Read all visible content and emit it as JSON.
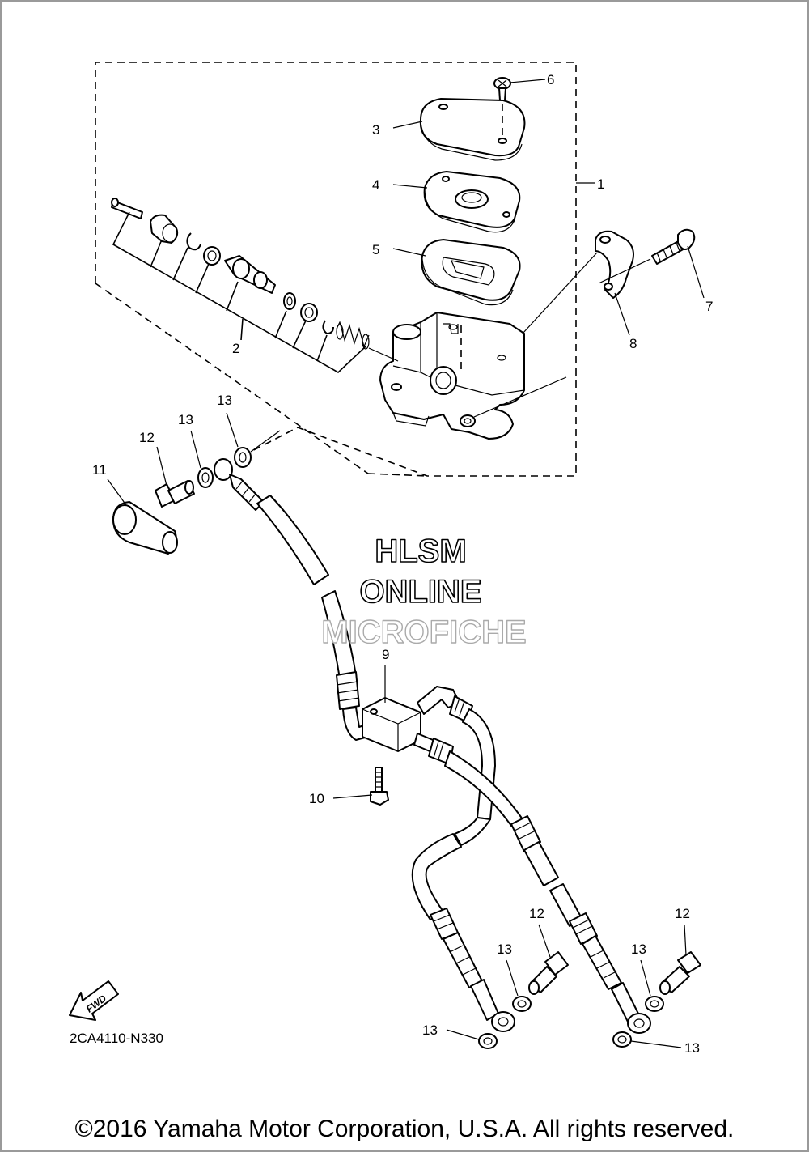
{
  "diagram": {
    "diagram_code": "2CA4110-N330",
    "fwd_label": "FWD",
    "watermark": {
      "line1": "HLSM",
      "line2": "ONLINE",
      "line3": "MICROFICHE"
    },
    "callouts": {
      "c1": "1",
      "c2": "2",
      "c3": "3",
      "c4": "4",
      "c5": "5",
      "c6": "6",
      "c7": "7",
      "c8": "8",
      "c9": "9",
      "c10": "10",
      "c11": "11",
      "c12a": "12",
      "c12b": "12",
      "c12c": "12",
      "c13a": "13",
      "c13b": "13",
      "c13c": "13",
      "c13d": "13",
      "c13e": "13",
      "c13f": "13"
    }
  },
  "footer": {
    "copyright": "©2016 Yamaha Motor Corporation, U.S.A. All rights reserved."
  }
}
